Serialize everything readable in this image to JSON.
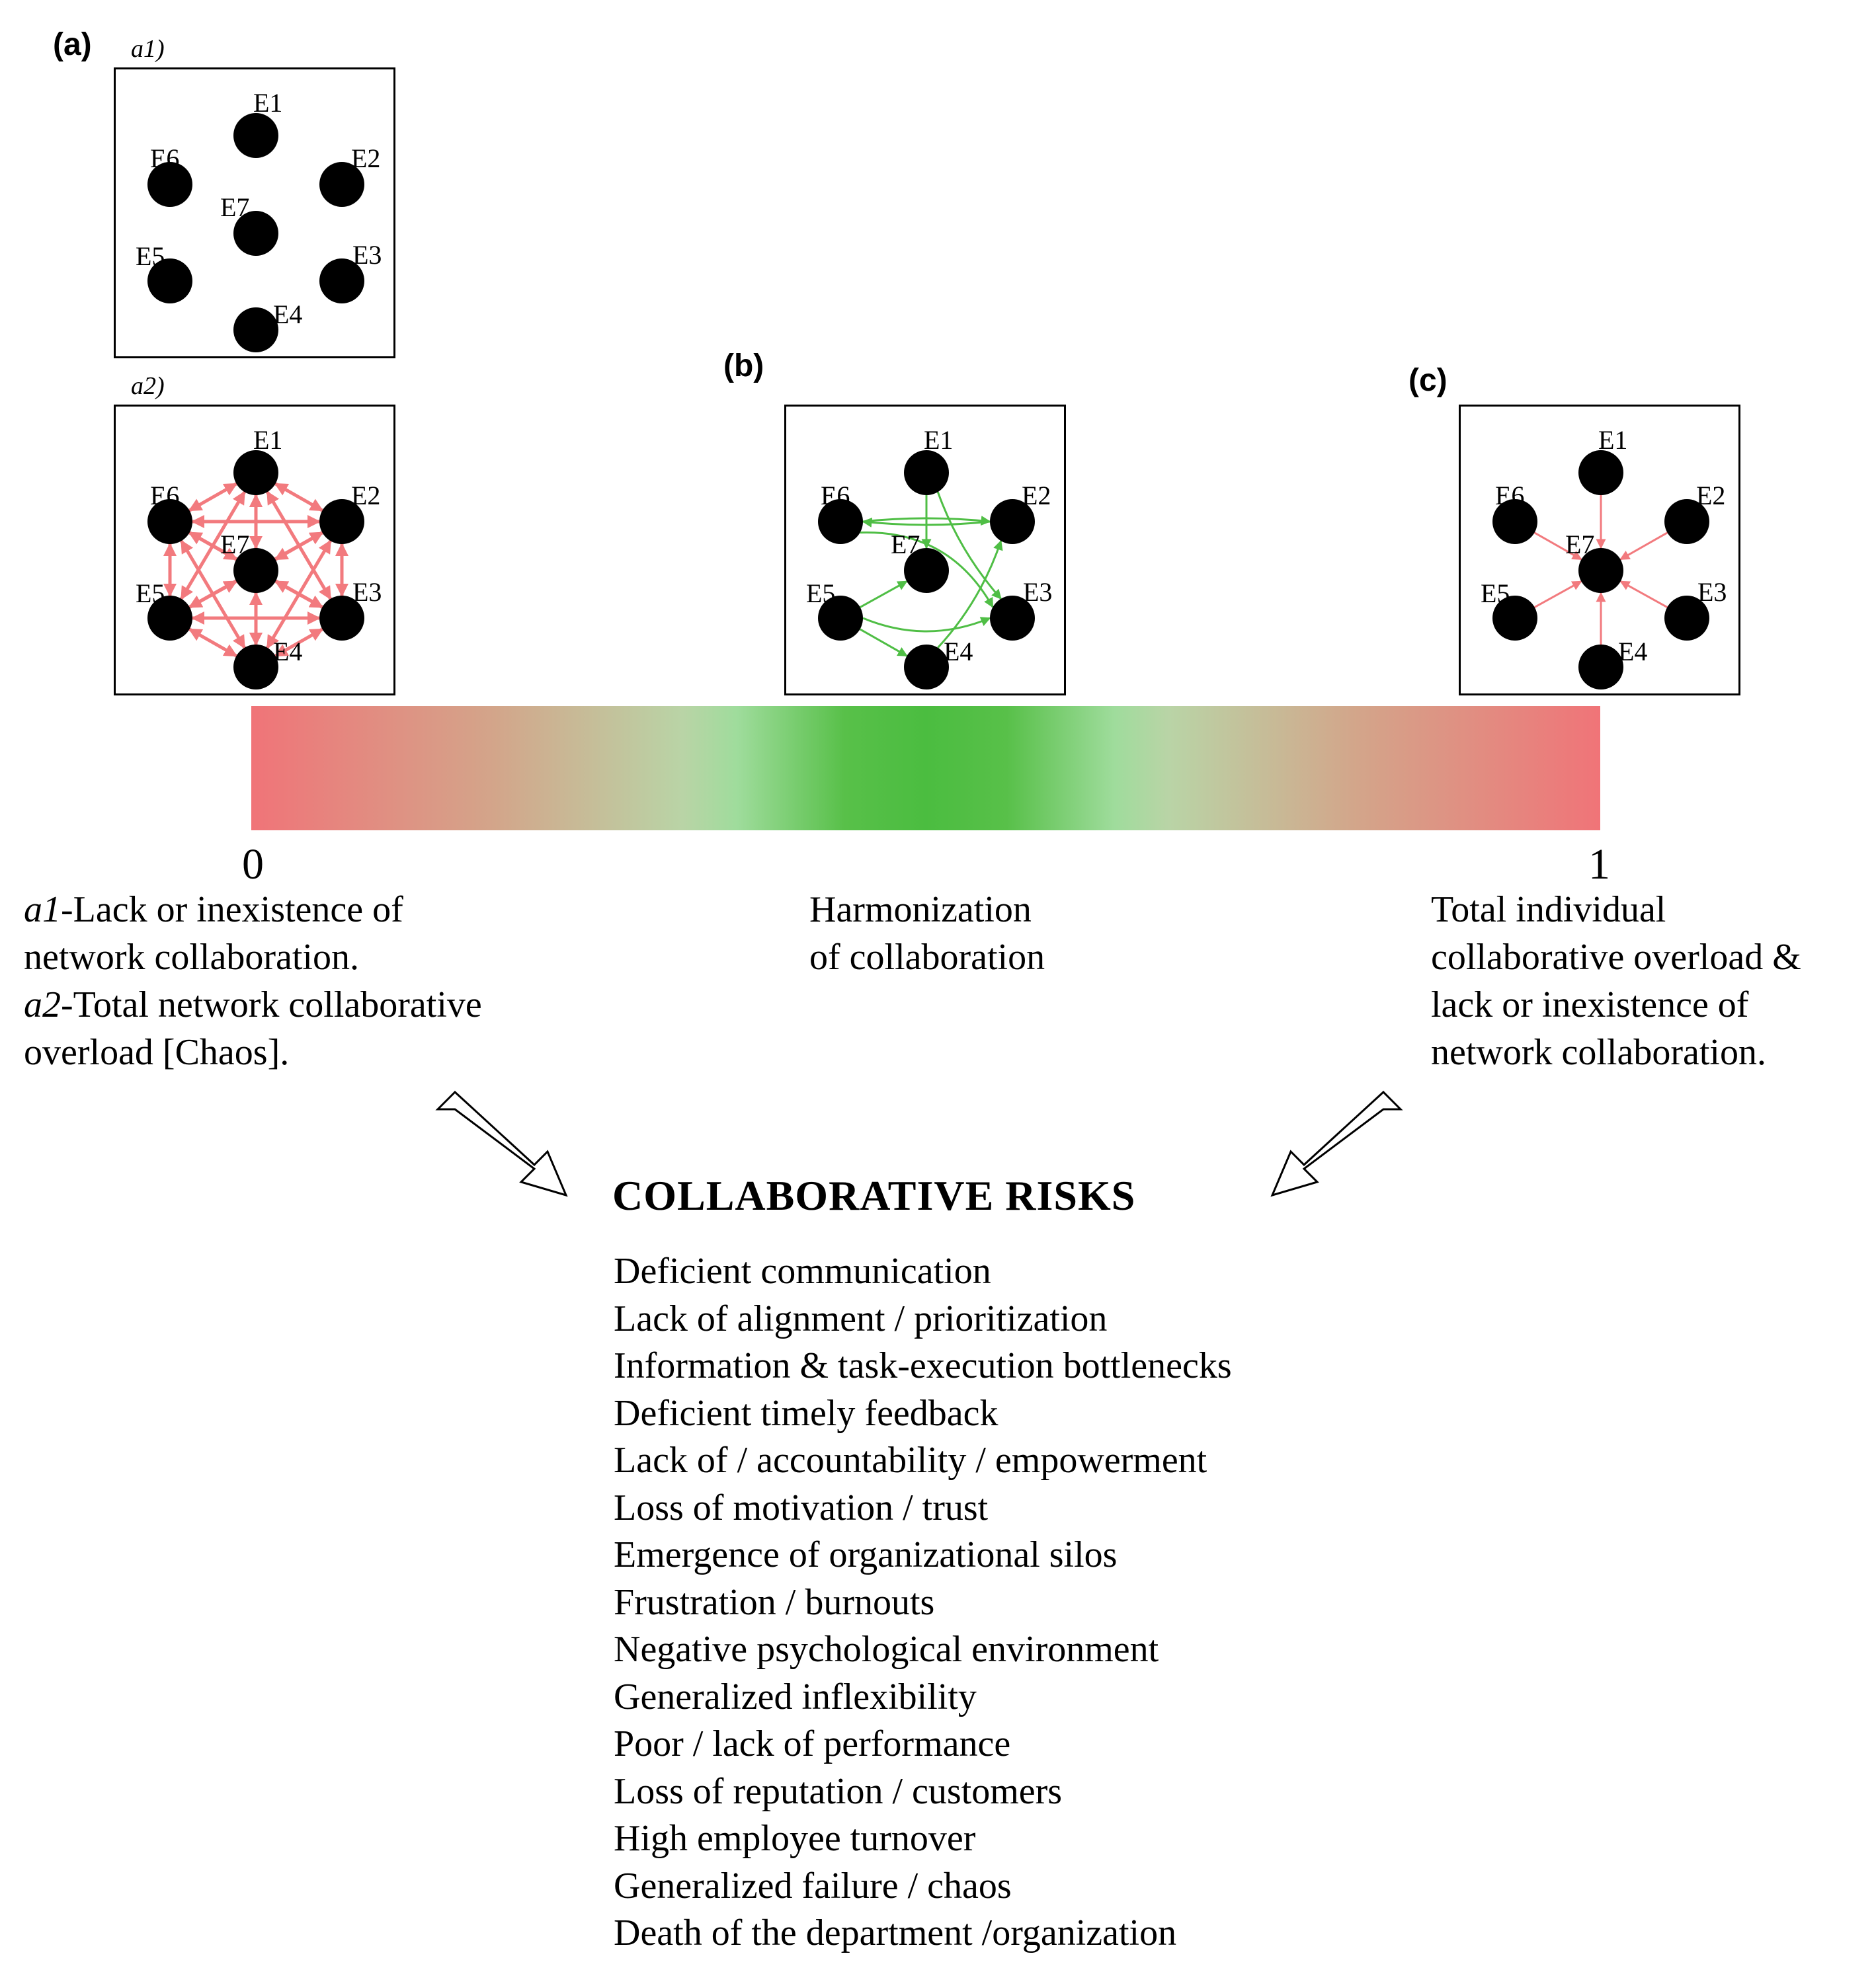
{
  "panels": {
    "a": "(a)",
    "b": "(b)",
    "c": "(c)",
    "a1": "a1)",
    "a2": "a2)"
  },
  "nodes": [
    "E1",
    "E2",
    "E3",
    "E4",
    "E5",
    "E6",
    "E7"
  ],
  "networks": {
    "a1": {
      "edges": []
    },
    "a2": {
      "edge_color": "#f27a7e",
      "edges": "all-pairs-bidirectional"
    },
    "b": {
      "edge_color": "#4fbe45",
      "edges": [
        [
          "E1",
          "E7"
        ],
        [
          "E6",
          "E2"
        ],
        [
          "E2",
          "E6"
        ],
        [
          "E1",
          "E3"
        ],
        [
          "E6",
          "E3"
        ],
        [
          "E5",
          "E7"
        ],
        [
          "E5",
          "E4"
        ],
        [
          "E4",
          "E2"
        ],
        [
          "E5",
          "E3"
        ]
      ]
    },
    "c": {
      "edge_color": "#f27a7e",
      "edges": [
        [
          "E1",
          "E7"
        ],
        [
          "E2",
          "E7"
        ],
        [
          "E3",
          "E7"
        ],
        [
          "E4",
          "E7"
        ],
        [
          "E5",
          "E7"
        ],
        [
          "E6",
          "E7"
        ]
      ]
    }
  },
  "scale": {
    "min_label": "0",
    "max_label": "1",
    "colors": {
      "ends": "#f07478",
      "middle": "#4bbd40"
    }
  },
  "captions": {
    "left": {
      "a1_prefix": "a1",
      "a1_text": "-Lack or inexistence of",
      "a1_line2": "network collaboration.",
      "a2_prefix": "a2",
      "a2_text": "-Total network collaborative",
      "a2_line2": "overload [Chaos]."
    },
    "middle": [
      "Harmonization",
      "of collaboration"
    ],
    "right": [
      "Total individual",
      "collaborative overload &",
      "lack or inexistence of",
      "network collaboration."
    ]
  },
  "risks": {
    "title": "COLLABORATIVE RISKS",
    "items": [
      "Deficient communication",
      "Lack of alignment / prioritization",
      "Information & task-execution bottlenecks",
      "Deficient timely  feedback",
      "Lack of / accountability / empowerment",
      "Loss of motivation / trust",
      "Emergence of organizational silos",
      "Frustration / burnouts",
      "Negative psychological environment",
      "Generalized inflexibility",
      "Poor / lack of performance",
      "Loss of reputation / customers",
      "High employee turnover",
      "Generalized failure / chaos",
      "Death of the department /organization"
    ]
  }
}
